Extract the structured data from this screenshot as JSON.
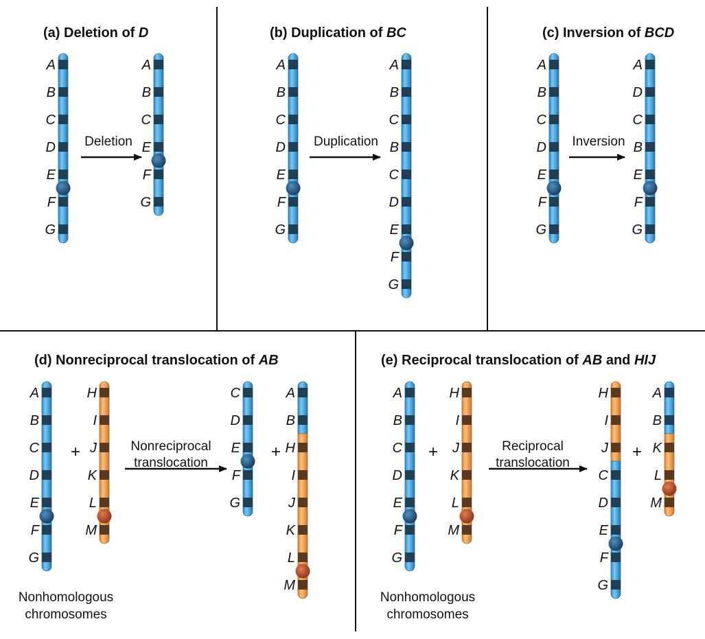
{
  "colors": {
    "blue_chromosome": "#4aa8e0",
    "blue_band": "#1f3f55",
    "blue_centromere": "#1a4f7a",
    "orange_chromosome": "#f0a050",
    "orange_band": "#5a3a1f",
    "orange_centromere": "#b8502a",
    "arrow": "#111111"
  },
  "panels": {
    "a": {
      "title_prefix": "(a) Deletion of ",
      "title_italic": "D",
      "arrow_label": "Deletion",
      "before": [
        "A",
        "B",
        "C",
        "D",
        "E",
        "F",
        "G"
      ],
      "after": [
        "A",
        "B",
        "C",
        "E",
        "F",
        "G"
      ]
    },
    "b": {
      "title_prefix": "(b) Duplication of ",
      "title_italic": "BC",
      "arrow_label": "Duplication",
      "before": [
        "A",
        "B",
        "C",
        "D",
        "E",
        "F",
        "G"
      ],
      "after": [
        "A",
        "B",
        "C",
        "B",
        "C",
        "D",
        "E",
        "F",
        "G"
      ]
    },
    "c": {
      "title_prefix": "(c) Inversion of ",
      "title_italic": "BCD",
      "arrow_label": "Inversion",
      "before": [
        "A",
        "B",
        "C",
        "D",
        "E",
        "F",
        "G"
      ],
      "after": [
        "A",
        "D",
        "C",
        "B",
        "E",
        "F",
        "G"
      ]
    },
    "d": {
      "title_prefix": "(d) Nonreciprocal translocation of ",
      "title_italic": "AB",
      "arrow_label_line1": "Nonreciprocal",
      "arrow_label_line2": "translocation",
      "plus1": "+",
      "plus2": "+",
      "blue_before": [
        "A",
        "B",
        "C",
        "D",
        "E",
        "F",
        "G"
      ],
      "orange_before": [
        "H",
        "I",
        "J",
        "K",
        "L",
        "M"
      ],
      "blue_after": [
        "C",
        "D",
        "E",
        "F",
        "G"
      ],
      "fused_after": [
        "A",
        "B",
        "H",
        "I",
        "J",
        "K",
        "L",
        "M"
      ],
      "caption_line1": "Nonhomologous",
      "caption_line2": "chromosomes"
    },
    "e": {
      "title_prefix": "(e) Reciprocal translocation of ",
      "title_italic": "AB",
      "title_mid": " and ",
      "title_italic2": "HIJ",
      "arrow_label_line1": "Reciprocal",
      "arrow_label_line2": "translocation",
      "plus1": "+",
      "plus2": "+",
      "blue_before": [
        "A",
        "B",
        "C",
        "D",
        "E",
        "F",
        "G"
      ],
      "orange_before": [
        "H",
        "I",
        "J",
        "K",
        "L",
        "M"
      ],
      "fused1_after": [
        "H",
        "I",
        "J",
        "C",
        "D",
        "E",
        "F",
        "G"
      ],
      "fused2_after": [
        "A",
        "B",
        "K",
        "L",
        "M"
      ],
      "caption_line1": "Nonhomologous",
      "caption_line2": "chromosomes"
    }
  }
}
